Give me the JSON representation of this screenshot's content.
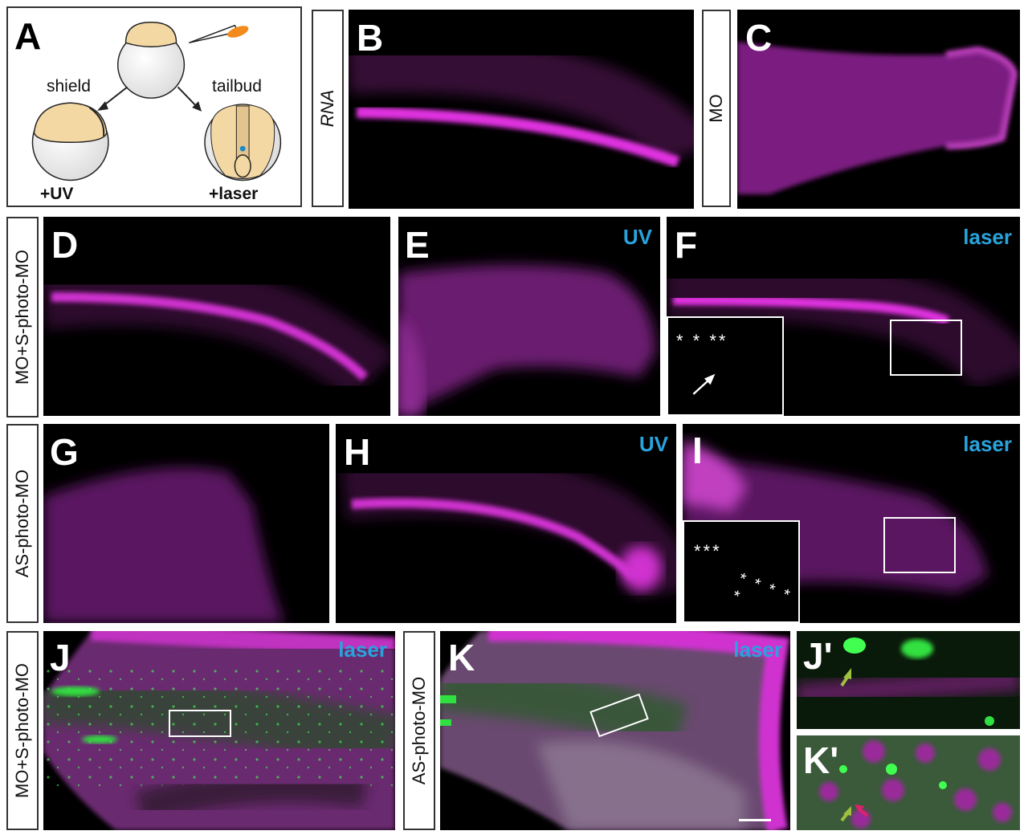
{
  "panels": {
    "A": {
      "letter": "A",
      "label_left": "shield",
      "label_right": "tailbud",
      "cond_left": "+UV",
      "cond_right": "+laser"
    },
    "B": {
      "letter": "B",
      "side_label": "RNA"
    },
    "C": {
      "letter": "C",
      "side_label": "MO"
    },
    "D": {
      "letter": "D",
      "row_label": "MO+S-photo-MO"
    },
    "E": {
      "letter": "E",
      "tag": "UV"
    },
    "F": {
      "letter": "F",
      "tag": "laser",
      "stars": "* *  **"
    },
    "G": {
      "letter": "G",
      "row_label": "AS-photo-MO"
    },
    "H": {
      "letter": "H",
      "tag": "UV"
    },
    "I": {
      "letter": "I",
      "tag": "laser",
      "stars_top": "***",
      "stars_bottom": "* * * * *"
    },
    "J": {
      "letter": "J",
      "tag": "laser",
      "row_label": "MO+S-photo-MO"
    },
    "K": {
      "letter": "K",
      "tag": "laser",
      "row_label": "AS-photo-MO"
    },
    "Jp": {
      "letter": "J'"
    },
    "Kp": {
      "letter": "K'"
    }
  },
  "colors": {
    "magenta": "#c020c0",
    "green": "#30e040",
    "tag_blue": "#29a3dc",
    "yolk": "#f3d8a3"
  }
}
